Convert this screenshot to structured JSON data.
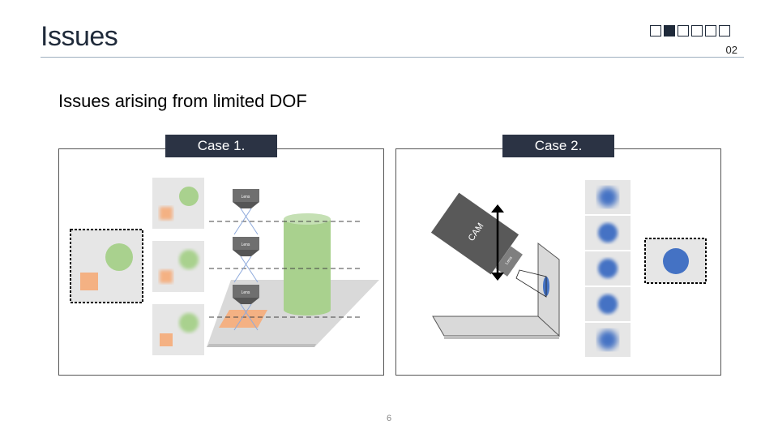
{
  "header": {
    "title": "Issues",
    "section_number": "02",
    "progress": {
      "total": 6,
      "active_index": 1
    }
  },
  "subtitle": "Issues arising from limited DOF",
  "case1": {
    "label": "Case 1.",
    "lens_labels": [
      "Lens",
      "Lens",
      "Lens"
    ]
  },
  "case2": {
    "label": "Case 2.",
    "camera_label": "CAM",
    "lens_label": "Lens"
  },
  "colors": {
    "dark": "#2b3344",
    "green": "#a9d18e",
    "orange": "#f4b183",
    "blue": "#4472c4",
    "panel_gray": "#e6e6e6"
  },
  "footer": {
    "page_number": "6"
  }
}
